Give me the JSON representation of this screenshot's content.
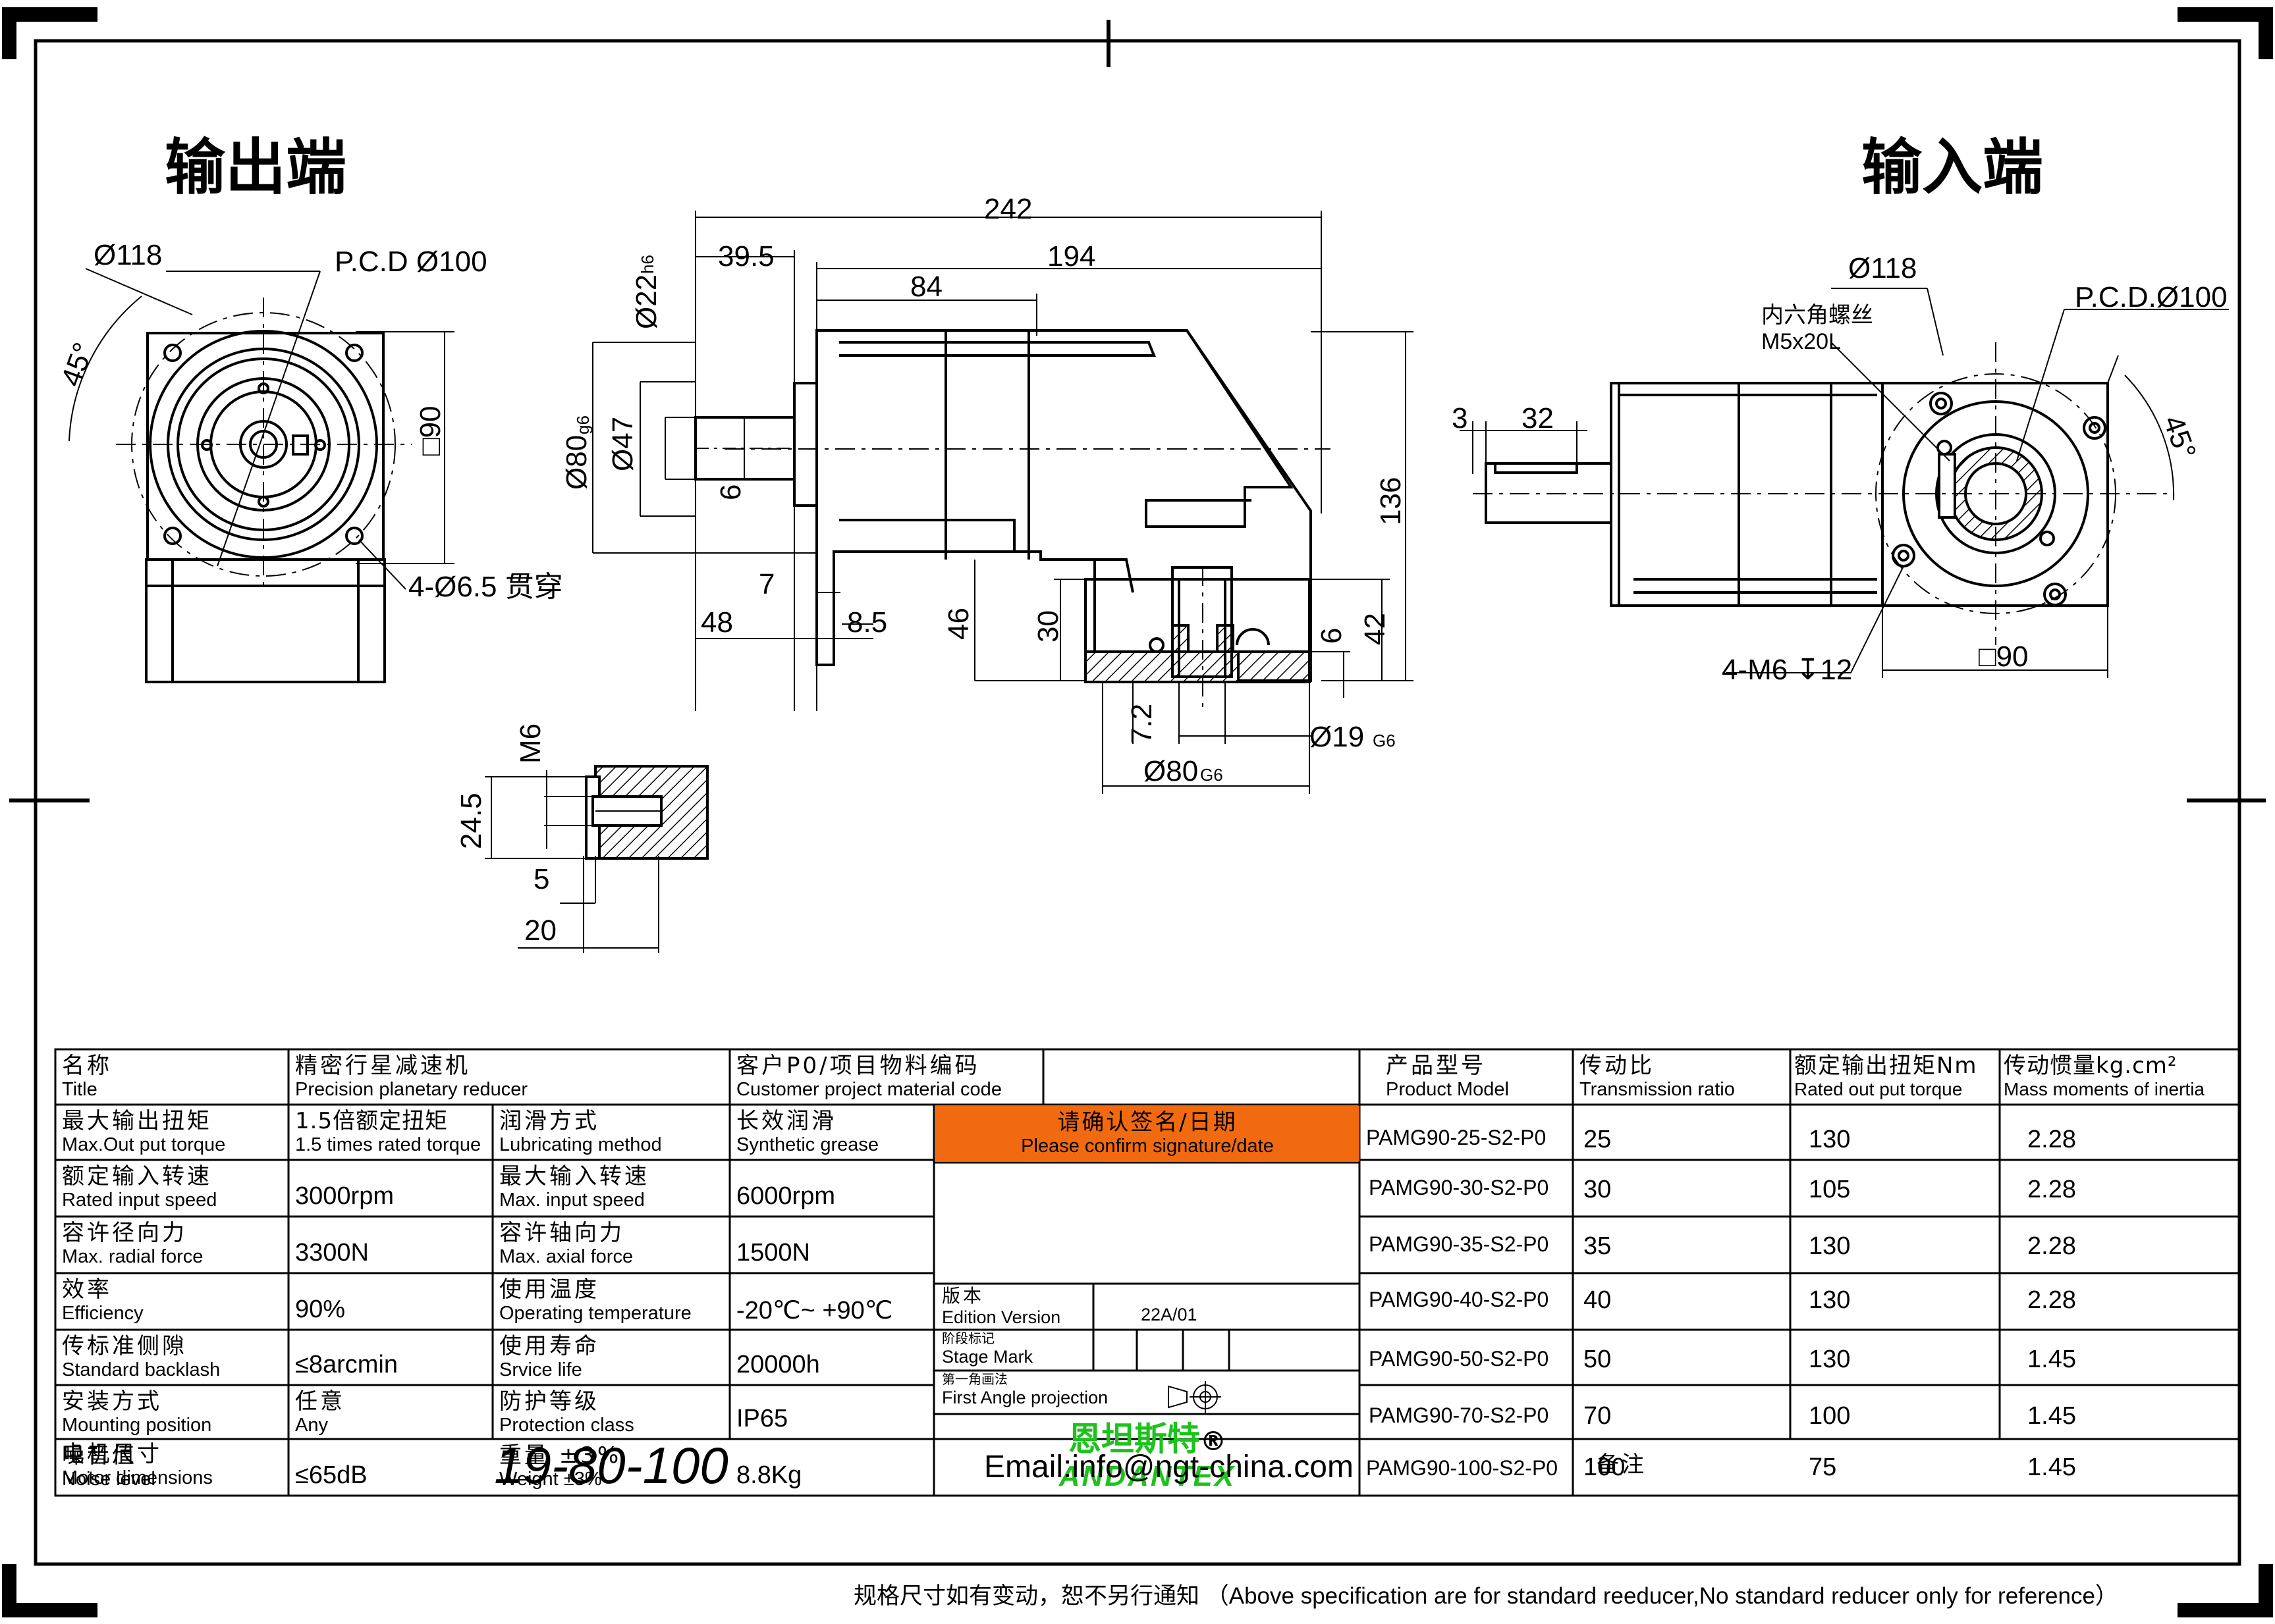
{
  "labels": {
    "output_end": "输出端",
    "input_end": "输入端",
    "hex_screw_cn": "内六角螺丝",
    "hex_screw_size": "M5x20L",
    "bolt_holes": "4-Ø6.5 贯穿",
    "tapped_holes": "4-M6 ↧12"
  },
  "dimensions": {
    "d118_left": "Ø118",
    "pcd_left": "P.C.D Ø100",
    "angle_left": "45°",
    "sq90_left": "□90",
    "d22": "Ø22",
    "d22_tol": "h6",
    "d80": "Ø80",
    "d80_tol": "g6",
    "d47": "Ø47",
    "key6": "6",
    "len242": "242",
    "len39_5": "39.5",
    "len194": "194",
    "len84": "84",
    "len7": "7",
    "len48": "48",
    "len8_5": "8.5",
    "h46": "46",
    "h30": "30",
    "h136": "136",
    "h6": "6",
    "h42": "42",
    "h7_2": "7.2",
    "d19": "Ø19",
    "d19_tol": "G6",
    "d80b": "Ø80",
    "d80b_tol": "G6",
    "m6": "M6",
    "h24_5": "24.5",
    "l5": "5",
    "l20": "20",
    "len3": "3",
    "len32": "32",
    "d118_right": "Ø118",
    "pcd_right": "P.C.D.Ø100",
    "angle_right": "45°",
    "sq90_right": "□90"
  },
  "spec_table": {
    "title_cn": "名称",
    "title_en": "Title",
    "title_val_cn": "精密行星减速机",
    "title_val_en": "Precision planetary reducer",
    "cust_cn": "客户P0/项目物料编码",
    "cust_en": "Customer project material code",
    "confirm_cn": "请确认签名/日期",
    "confirm_en": "Please confirm signature/date",
    "rows": [
      {
        "l_cn": "最大输出扭矩",
        "l_en": "Max.Out put torque",
        "v1_cn": "1.5倍额定扭矩",
        "v1_en": "1.5 times rated torque",
        "m_cn": "润滑方式",
        "m_en": "Lubricating method",
        "v2_cn": "长效润滑",
        "v2_en": "Synthetic grease"
      },
      {
        "l_cn": "额定输入转速",
        "l_en": "Rated input speed",
        "v1": "3000rpm",
        "m_cn": "最大输入转速",
        "m_en": "Max. input speed",
        "v2": "6000rpm"
      },
      {
        "l_cn": "容许径向力",
        "l_en": "Max. radial force",
        "v1": "3300N",
        "m_cn": "容许轴向力",
        "m_en": "Max. axial force",
        "v2": "1500N"
      },
      {
        "l_cn": "效率",
        "l_en": "Efficiency",
        "v1": "90%",
        "m_cn": "使用温度",
        "m_en": "Operating temperature",
        "v2": "-20℃~ +90℃"
      },
      {
        "l_cn": "传标准侧隙",
        "l_en": "Standard backlash",
        "v1": "≤8arcmin",
        "m_cn": "使用寿命",
        "m_en": "Srvice life",
        "v2": "20000h"
      },
      {
        "l_cn": "安装方式",
        "l_en": "Mounting position",
        "v1_cn": "任意",
        "v1_en": "Any",
        "m_cn": "防护等级",
        "m_en": "Protection class",
        "v2": "IP65"
      },
      {
        "l_cn": "噪音值",
        "l_en": "Noise level",
        "v1": "≤65dB",
        "m_cn": "重量 ±3%",
        "m_en": "Weight ±3%",
        "v2": "8.8Kg"
      }
    ],
    "motor_cn": "电机尺寸",
    "motor_en": "Motor dimensions",
    "motor_val": "19-80-100",
    "edition_cn": "版本",
    "edition_en": "Edition Version",
    "edition_val": "22A/01",
    "stage_cn": "阶段标记",
    "stage_en": "Stage Mark",
    "angle_cn": "第一角画法",
    "angle_en": "First Angle projection",
    "brand_cn": "恩坦斯特",
    "brand_reg": "®",
    "brand_en": "ANDANTEX",
    "email": "Email:info@ngt-china.com",
    "remark_cn": "备注"
  },
  "model_table": {
    "headers": [
      {
        "cn": "产品型号",
        "en": "Product Model"
      },
      {
        "cn": "传动比",
        "en": "Transmission ratio"
      },
      {
        "cn": "额定输出扭矩Nm",
        "en": "Rated out put torque"
      },
      {
        "cn": "传动惯量kg.cm²",
        "en": "Mass moments of inertia"
      }
    ],
    "rows": [
      {
        "model": "PAMG90-25-S2-P0",
        "ratio": "25",
        "torque": "130",
        "inertia": "2.28"
      },
      {
        "model": "PAMG90-30-S2-P0",
        "ratio": "30",
        "torque": "105",
        "inertia": "2.28"
      },
      {
        "model": "PAMG90-35-S2-P0",
        "ratio": "35",
        "torque": "130",
        "inertia": "2.28"
      },
      {
        "model": "PAMG90-40-S2-P0",
        "ratio": "40",
        "torque": "130",
        "inertia": "2.28"
      },
      {
        "model": "PAMG90-50-S2-P0",
        "ratio": "50",
        "torque": "130",
        "inertia": "1.45"
      },
      {
        "model": "PAMG90-70-S2-P0",
        "ratio": "70",
        "torque": "100",
        "inertia": "1.45"
      },
      {
        "model": "PAMG90-100-S2-P0",
        "ratio": "100",
        "torque": "75",
        "inertia": "1.45"
      }
    ]
  },
  "footer": "规格尺寸如有变动，恕不另行通知 （Above specification are for standard reeducer,No standard reducer only for reference）",
  "colors": {
    "confirm_bg": "#f26a10",
    "brand_green": "#1dc21d"
  }
}
